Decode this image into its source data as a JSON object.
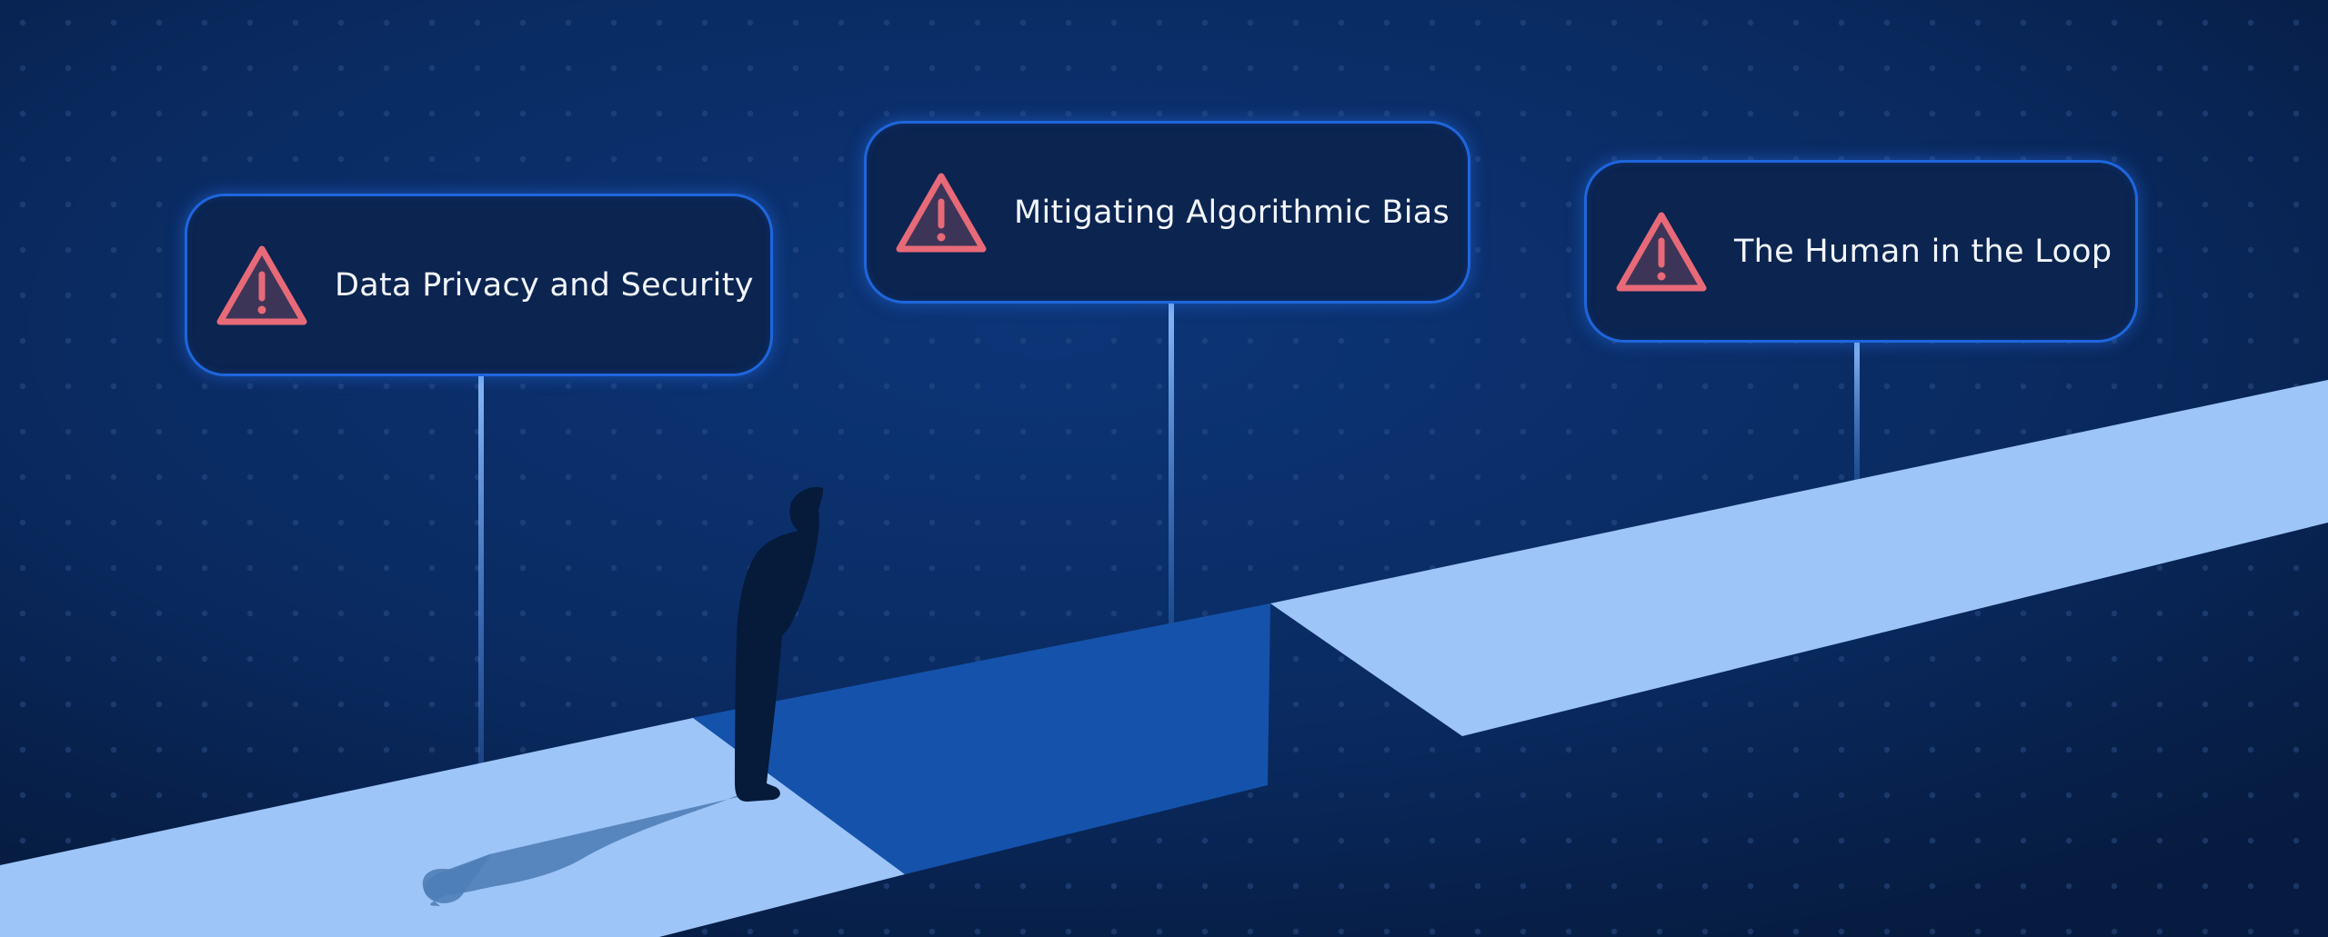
{
  "signs": [
    {
      "label": "Data Privacy and Security",
      "icon": "warning-icon"
    },
    {
      "label": "Mitigating Algorithmic Bias",
      "icon": "warning-icon"
    },
    {
      "label": "The Human in the Loop",
      "icon": "warning-icon"
    }
  ],
  "colors": {
    "background": "#0a2a5c",
    "sign_border": "#1e66dd",
    "sign_fill": "#0b2450",
    "warning": "#e86a78",
    "path": "#9ec5f8",
    "gap": "#1552ab",
    "silhouette": "#061a3a"
  }
}
